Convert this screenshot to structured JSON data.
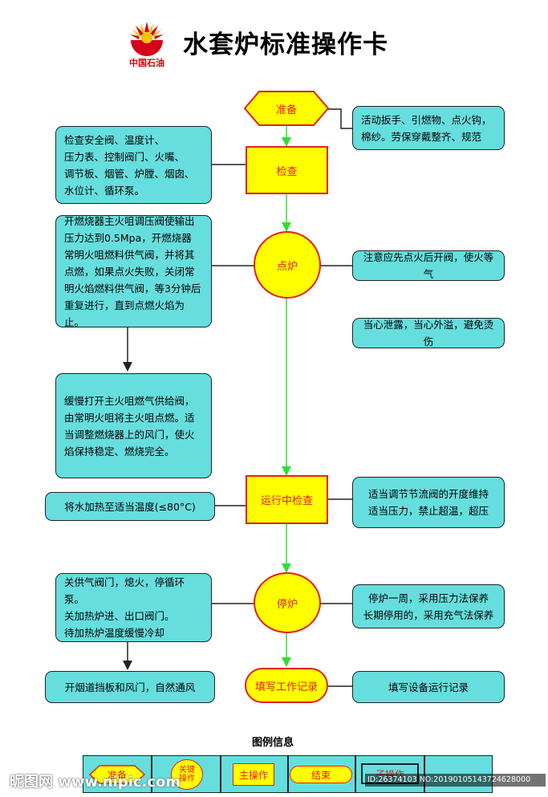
{
  "header": {
    "title": "水套炉标准操作卡",
    "logo_text": "中国石油"
  },
  "flow": {
    "prepare": "准备",
    "check": "检查",
    "ignite": "点炉",
    "run_check": "运行中检查",
    "stop": "停炉",
    "record": "填写工作记录"
  },
  "notes": {
    "prepare_tools": "活动扳手、引燃物、点火钩，\n棉纱。劳保穿戴整齐、规范",
    "check_items": "检查安全阀、温度计、\n压力表、控制阀门、火嘴、\n调节板、烟管、炉膛、烟囱、\n水位计、循环泵。",
    "ignite_steps": "开燃烧器主火咀调压阀使输出\n压力达到0.5Mpa，开燃烧器\n常明火咀燃料供气阀，并将其\n点燃，如果点火失败，关闭常\n明火焰燃料供气阀，等3分钟后\n重复进行，直到点燃火焰为止。",
    "ignite_caution": "注意应先点火后开阀，使火等气",
    "ignite_warning": "当心泄露，当心外溢，避免烫伤",
    "open_main": "缓慢打开主火咀燃气供给阀，\n由常明火咀将主火咀点燃。适\n当调整燃烧器上的风门，使火\n焰保持稳定、燃烧完全。",
    "heat_water": "将水加热至适当温度(≤80°C)",
    "adjust_valve": "适当调节节流阀的开度维持\n适当压力，禁止超温，超压",
    "stop_steps": "关供气阀门，熄火，停循环泵。\n关加热炉进、出口阀门。\n待加热炉温度缓慢冷却",
    "stop_maint": "停炉一周，采用压力法保养\n长期停用的，采用充气法保养",
    "open_damper": "开烟道挡板和风门，自然通风",
    "record_note": "填写设备运行记录"
  },
  "legend": {
    "title": "图例信息",
    "prepare": "准备",
    "key_op": "关键\n操作",
    "main_op": "主操作",
    "end": "结束",
    "sub_op": "子操作"
  },
  "watermark": {
    "left": "昵图网 www.nipic.com",
    "right": "ID:26374103 NO:20190105143724628000"
  },
  "colors": {
    "note_fill": "#66dede",
    "step_fill": "#ffff00",
    "step_border": "#e0221c",
    "flow_arrow": "#33dd33",
    "logo_red": "#d4001a",
    "logo_yellow": "#f6c300"
  }
}
